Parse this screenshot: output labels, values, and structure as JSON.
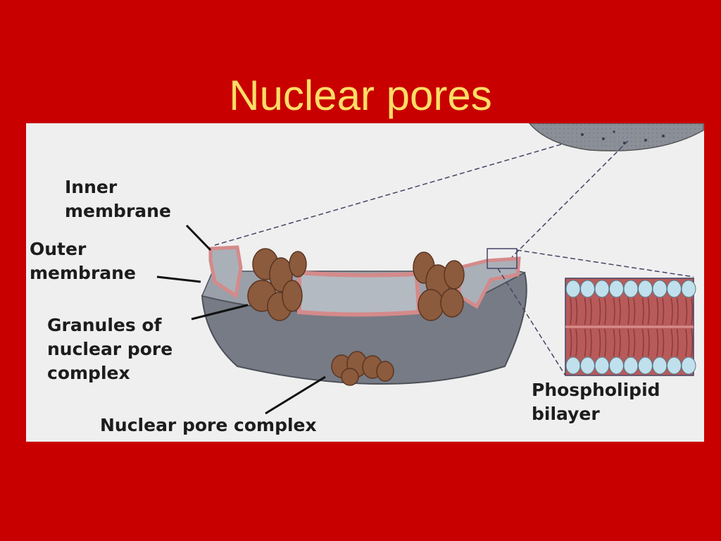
{
  "slide": {
    "title": "Nuclear pores"
  },
  "diagram": {
    "labels": {
      "inner_membrane": [
        "Inner",
        "membrane"
      ],
      "outer_membrane": [
        "Outer",
        "membrane"
      ],
      "granules": [
        "Granules of",
        "nuclear pore",
        "complex"
      ],
      "pore_complex": "Nuclear pore complex",
      "phospholipid": [
        "Phospholipid",
        "bilayer"
      ]
    },
    "colors": {
      "background": "#c80000",
      "title": "#ffdd66",
      "envelope": "#7c818b",
      "membrane_edge": "#d48a8a",
      "granule": "#8c5a3c",
      "bilayer_tails": "#b85a5a",
      "bilayer_heads": "#bfe0ec"
    }
  }
}
